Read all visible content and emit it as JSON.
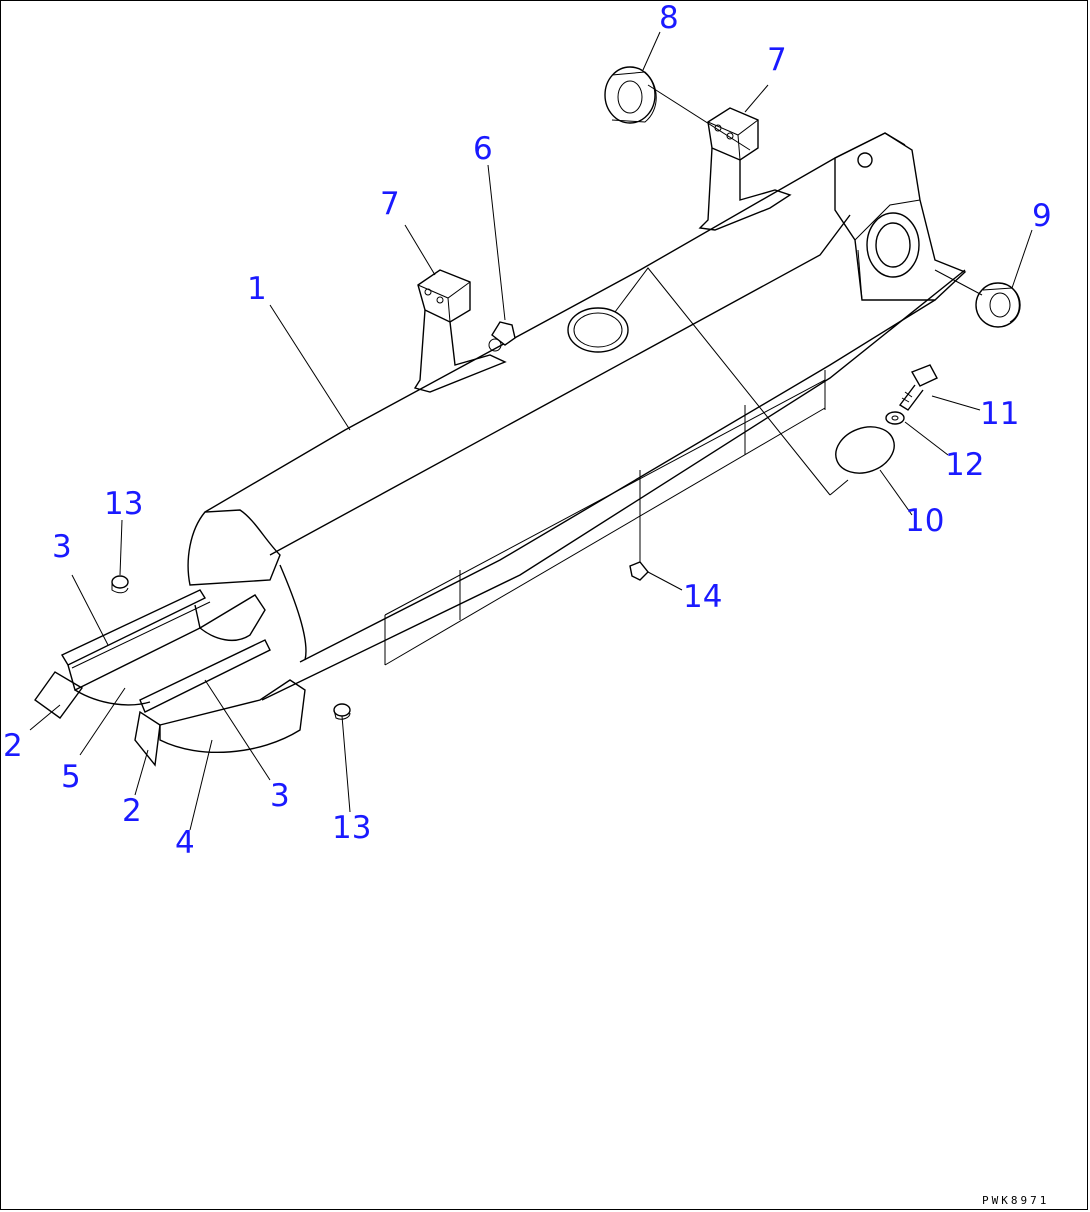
{
  "diagram": {
    "drawing_code": "PWK8971",
    "callouts": [
      "1",
      "2",
      "2",
      "3",
      "3",
      "4",
      "5",
      "6",
      "7",
      "7",
      "8",
      "9",
      "10",
      "11",
      "12",
      "13",
      "13",
      "14"
    ],
    "colors": {
      "callout": "#1a1aff",
      "line": "#000000",
      "background": "#ffffff"
    }
  }
}
